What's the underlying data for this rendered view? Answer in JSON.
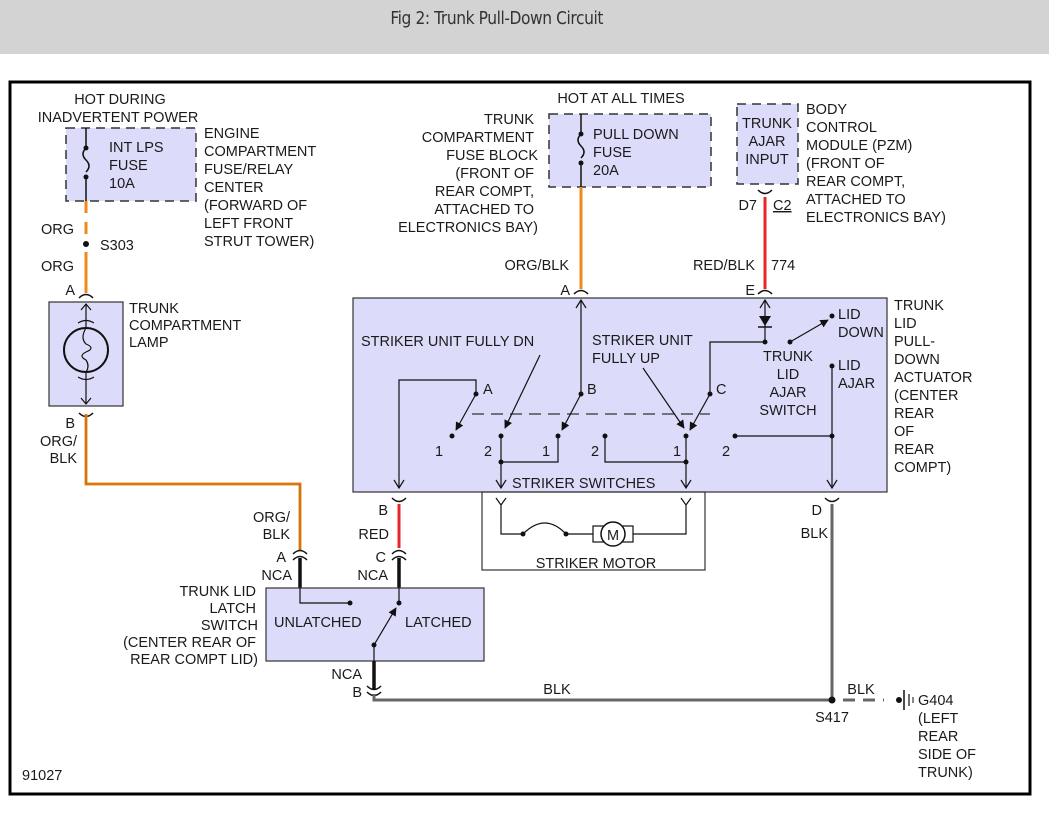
{
  "header": {
    "title": "Fig 2: Trunk Pull-Down Circuit"
  },
  "figure_id": "91027",
  "colors": {
    "component_fill": "#dcdcfa",
    "wire_orange": "#f0891c",
    "wire_red": "#e8262a",
    "wire_black": "#111111",
    "wire_gray": "#666666",
    "header_bg": "#d3d3d3"
  },
  "components": {
    "int_lps_fuse": {
      "power_label": [
        "HOT DURING",
        "INADVERTENT POWER"
      ],
      "name": [
        "INT LPS",
        "FUSE",
        "10A"
      ],
      "location": [
        "ENGINE",
        "COMPARTMENT",
        "FUSE/RELAY",
        "CENTER",
        "(FORWARD OF",
        "LEFT FRONT",
        "STRUT TOWER)"
      ]
    },
    "pull_down_fuse": {
      "power_label": "HOT AT ALL TIMES",
      "name": [
        "PULL DOWN",
        "FUSE",
        "20A"
      ],
      "location": [
        "TRUNK",
        "COMPARTMENT",
        "FUSE BLOCK",
        "(FRONT OF",
        "REAR COMPT,",
        "ATTACHED TO",
        "ELECTRONICS BAY)"
      ]
    },
    "bcm": {
      "name": [
        "TRUNK",
        "AJAR",
        "INPUT"
      ],
      "location": [
        "BODY",
        "CONTROL",
        "MODULE (PZM)",
        "(FRONT OF",
        "REAR COMPT,",
        "ATTACHED TO",
        "ELECTRONICS BAY)"
      ],
      "pin": "D7",
      "connector": "C2"
    },
    "trunk_lamp": {
      "name": [
        "TRUNK",
        "COMPARTMENT",
        "LAMP"
      ],
      "pin_top": "A",
      "pin_bottom": "B"
    },
    "actuator": {
      "location": [
        "TRUNK",
        "LID",
        "PULL-",
        "DOWN",
        "ACTUATOR",
        "(CENTER",
        "REAR",
        "OF",
        "REAR",
        "COMPT)"
      ],
      "label_fully_dn": "STRIKER UNIT FULLY DN",
      "label_fully_up": [
        "STRIKER UNIT",
        "FULLY UP"
      ],
      "striker_switches": "STRIKER SWITCHES",
      "striker_motor": "STRIKER MOTOR",
      "motor_symbol": "M",
      "ajar_switch": [
        "TRUNK",
        "LID",
        "AJAR",
        "SWITCH"
      ],
      "lid_down": [
        "LID",
        "DOWN"
      ],
      "lid_ajar": [
        "LID",
        "AJAR"
      ],
      "switch_a": "A",
      "switch_b": "B",
      "switch_c": "C",
      "contact_1": "1",
      "contact_2": "2",
      "pin_a": "A",
      "pin_b": "B",
      "pin_d": "D",
      "pin_e": "E"
    },
    "latch_switch": {
      "name": [
        "TRUNK LID",
        "LATCH",
        "SWITCH",
        "(CENTER REAR OF",
        "REAR COMPT LID)"
      ],
      "unlatched": "UNLATCHED",
      "latched": "LATCHED",
      "pin_a": "A",
      "pin_b": "B",
      "pin_c": "C",
      "nca": "NCA"
    },
    "ground": {
      "name": [
        "G404",
        "(LEFT",
        "REAR",
        "SIDE OF",
        "TRUNK)"
      ]
    }
  },
  "wires": {
    "org": "ORG",
    "splice_s303": "S303",
    "org_blk": "ORG/BLK",
    "org_blk_split": [
      "ORG/",
      "BLK"
    ],
    "red_blk": "RED/BLK",
    "circuit_774": "774",
    "red": "RED",
    "blk": "BLK",
    "splice_s417": "S417"
  }
}
